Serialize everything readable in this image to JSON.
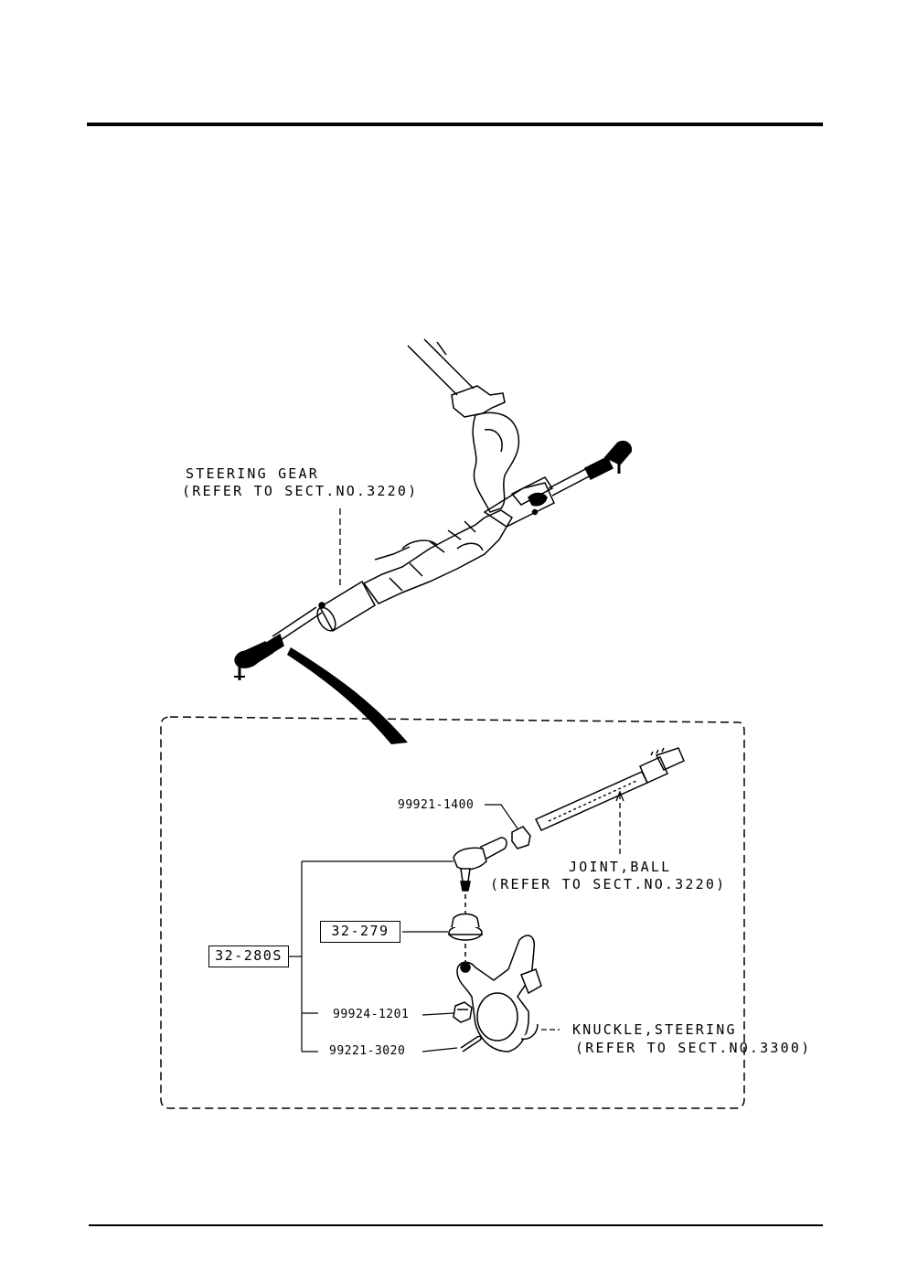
{
  "labels": {
    "steering_gear_line1": "STEERING GEAR",
    "steering_gear_line2": "(REFER TO SECT.NO.3220)",
    "joint_ball_line1": "JOINT,BALL",
    "joint_ball_line2": "(REFER TO SECT.NO.3220)",
    "knuckle_line1": "KNUCKLE,STEERING",
    "knuckle_line2": "(REFER TO SECT.NO.3300)"
  },
  "parts": {
    "jam_nut": "99921-1400",
    "assembly_box": "32-280S",
    "dust_boot_box": "32-279",
    "castle_nut": "99924-1201",
    "cotter_pin": "99221-3020"
  }
}
